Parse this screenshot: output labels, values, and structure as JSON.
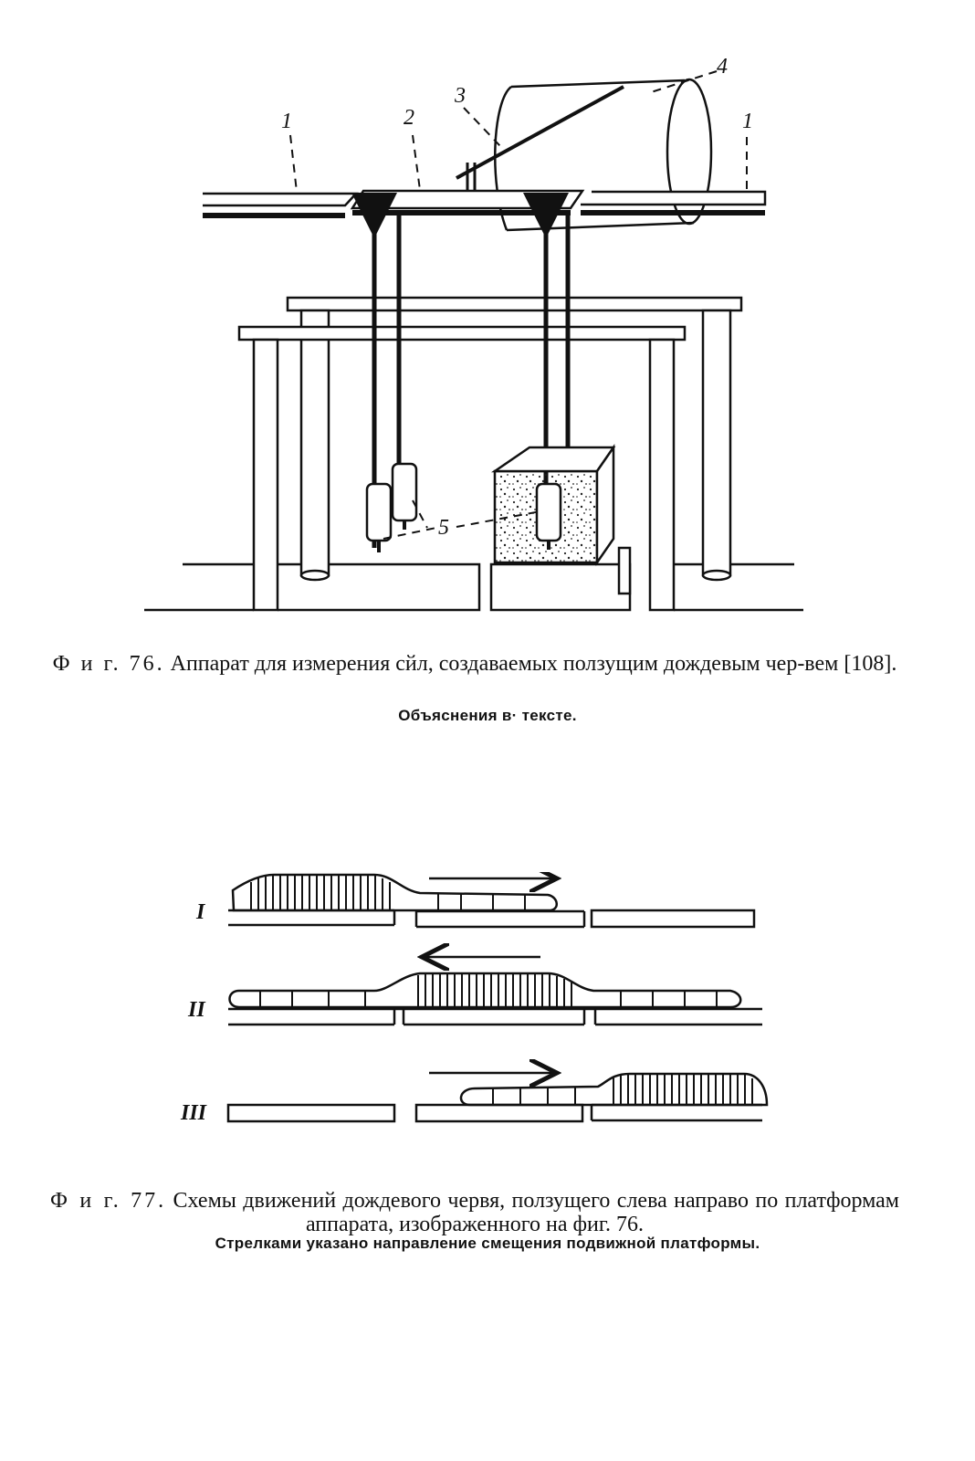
{
  "figure76": {
    "labels": {
      "l1_left": "1",
      "l2": "2",
      "l3": "3",
      "l4": "4",
      "l1_right": "1",
      "l5": "5"
    },
    "caption_number": "Ф и г. 76.",
    "caption_text": "Аппарат для измерения сйл, создаваемых ползущим дождевым чер-вем [108].",
    "subcaption": "Объяснения в· тексте."
  },
  "figure77": {
    "rows": [
      "I",
      "II",
      "III"
    ],
    "caption_number": "Ф и г. 77.",
    "caption_text": "Схемы движений дождевого червя, ползущего слева направо по платформам аппарата, изображенного на фиг. 76.",
    "subcaption": "Стрелками указано направление смещения подвижной платформы."
  }
}
